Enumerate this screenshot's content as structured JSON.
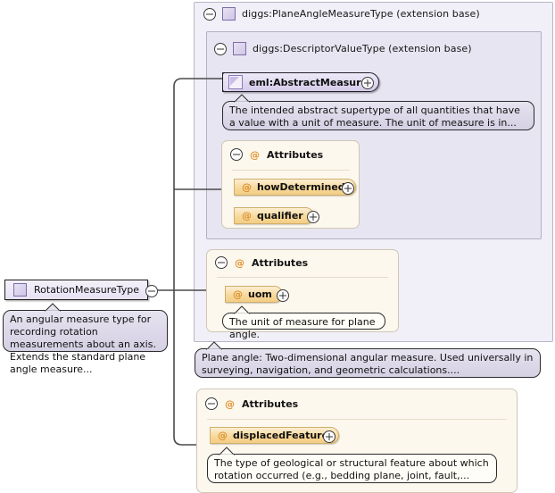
{
  "diagram": {
    "kind": "xml-schema-type-diagram",
    "root": {
      "label": "RotationMeasureType",
      "icon": "type-square-icon",
      "toggle": "collapse-minus-icon",
      "documentation": "An angular measure type for recording rotation measurements about an axis. Extends the standard plane angle measure..."
    },
    "panels": [
      {
        "id": "plane-angle-measure-type",
        "label": "diggs:PlaneAngleMeasureType (extension base)",
        "icon": "type-square-icon",
        "toggle": "collapse-minus-icon"
      },
      {
        "id": "descriptor-value-type",
        "label": "diggs:DescriptorValueType (extension base)",
        "icon": "type-square-icon",
        "toggle": "collapse-minus-icon"
      }
    ],
    "element": {
      "label": "eml:AbstractMeasure",
      "icon": "abstract-element-icon",
      "toggle": "expand-plus-icon",
      "documentation": "The intended abstract supertype of all quantities that have a value with a unit of measure. The unit of measure is in..."
    },
    "attribute_groups": [
      {
        "id": "attrs-descriptor-value-type",
        "header": "Attributes",
        "header_icon": "at-sign-icon",
        "toggle": "collapse-minus-icon",
        "attributes": [
          {
            "name": "howDetermined",
            "icon": "at-sign-icon",
            "toggle": "expand-plus-icon"
          },
          {
            "name": "qualifier",
            "icon": "at-sign-icon",
            "toggle": "expand-plus-icon"
          }
        ]
      },
      {
        "id": "attrs-plane-angle-measure-type",
        "header": "Attributes",
        "header_icon": "at-sign-icon",
        "toggle": "collapse-minus-icon",
        "attributes": [
          {
            "name": "uom",
            "icon": "at-sign-icon",
            "toggle": "expand-plus-icon",
            "documentation": "The unit of measure for plane angle."
          }
        ]
      },
      {
        "id": "attrs-rotation-measure-type",
        "header": "Attributes",
        "header_icon": "at-sign-icon",
        "toggle": "collapse-minus-icon",
        "attributes": [
          {
            "name": "displacedFeature",
            "icon": "at-sign-icon",
            "toggle": "expand-plus-icon",
            "documentation": "The type of geological or structural feature about which rotation occurred (e.g., bedding plane, joint, fault,..."
          }
        ]
      }
    ],
    "notes": {
      "plane_angle": "Plane angle: Two-dimensional angular measure. Used universally in surveying, navigation, and geometric calculations...."
    },
    "colors": {
      "panel_outer": "#f1eff7",
      "panel_inner": "#e8e5f2",
      "attr_box": "#fdf8ee",
      "attr_pill": "#f7d99c",
      "element_node": "#ded6ef",
      "callout_lavender": "#dedaea",
      "callout_cream": "#fffdf7",
      "at_sign": "#e0922f",
      "connector": "#4a4a4a"
    }
  }
}
